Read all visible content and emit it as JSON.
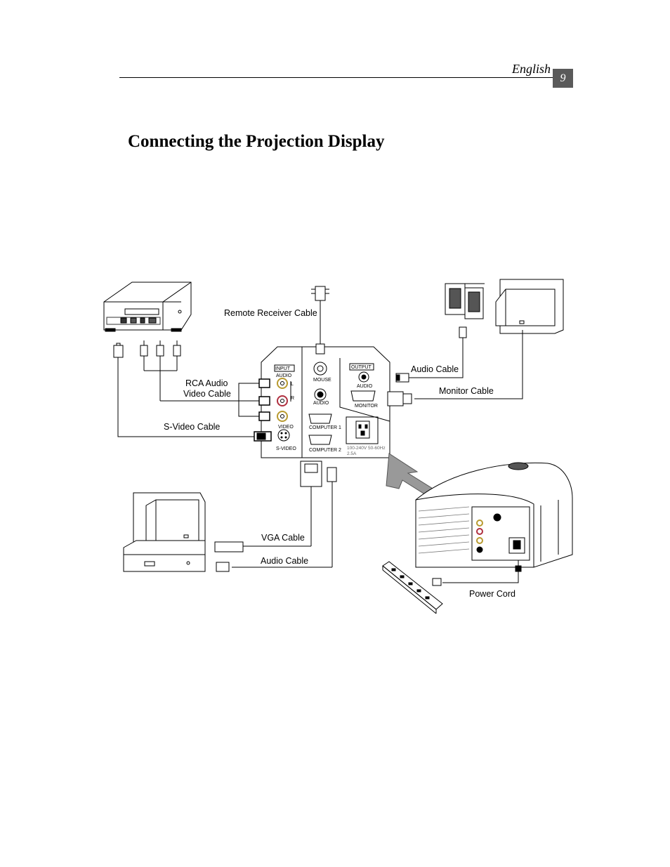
{
  "header": {
    "language": "English",
    "page_number": "9"
  },
  "title": "Connecting the Projection Display",
  "labels": {
    "remote_receiver_cable": "Remote Receiver Cable",
    "audio_cable_out": "Audio Cable",
    "monitor_cable": "Monitor Cable",
    "rca_line1": "RCA Audio",
    "rca_line2": "Video Cable",
    "svideo_cable": "S-Video Cable",
    "vga_cable": "VGA Cable",
    "audio_cable_in": "Audio Cable",
    "power_cord": "Power Cord"
  },
  "panel": {
    "input": "INPUT",
    "audio": "AUDIO",
    "l": "L",
    "r": "R",
    "video": "VIDEO",
    "svideo": "S-VIDEO",
    "mouse": "MOUSE",
    "audio_in": "AUDIO",
    "computer1": "COMPUTER 1",
    "computer2": "COMPUTER 2",
    "output": "OUTPUT",
    "audio_out": "AUDIO",
    "monitor": "MONITOR",
    "power_spec1": "100-240V 50-60Hz",
    "power_spec2": "2.5A"
  }
}
